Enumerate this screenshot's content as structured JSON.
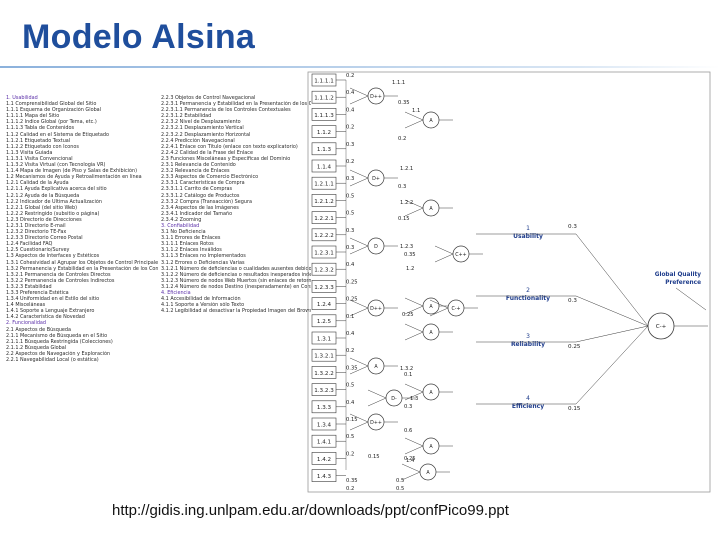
{
  "slide": {
    "title": "Modelo Alsina",
    "url": "http://gidis.ing.unlpam.edu.ar/downloads/ppt/confPico99.ppt"
  },
  "requirements_tree": {
    "left_column": [
      "1. Usabilidad",
      "1.1 Comprensibilidad Global del Sitio",
      "1.1.1 Esquema de Organización Global",
      "1.1.1.1 Mapa del Sitio",
      "1.1.1.2 Índice Global (por Tema, etc.)",
      "1.1.1.3 Tabla de Contenidos",
      "1.1.2 Calidad en el Sistema de Etiquetado",
      "1.1.2.1 Etiquetado Textual",
      "1.1.2.2 Etiquetado con Íconos",
      "1.1.3 Visita Guiada",
      "1.1.3.1 Visita Convencional",
      "1.1.3.2 Visita Virtual (con Tecnología VR)",
      "1.1.4 Mapa de Imagen (de Piso y Salas de Exhibición)",
      "1.2 Mecanismos de Ayuda y Retroalimentación en línea",
      "1.2.1 Calidad de la Ayuda",
      "1.2.1.1 Ayuda Explicativa acerca del sitio",
      "1.2.1.2 Ayuda de la Búsqueda",
      "1.2.2 Indicador de Última Actualización",
      "1.2.2.1 Global (del sitio Web)",
      "1.2.2.2 Restringido (subsitio o página)",
      "1.2.3 Directorio de Direcciones",
      "1.2.3.1 Directorio E-mail",
      "1.2.3.2 Directorio TE-Fax",
      "1.2.3.3 Directorio Correo Postal",
      "1.2.4 Facilidad FAQ",
      "1.2.5 Cuestionario/Survey",
      "1.3 Aspectos de Interfaces y Estéticos",
      "1.3.1 Cohesividad al Agrupar los Objetos de Control Principales",
      "1.3.2 Permanencia y Estabilidad en la Presentación de los Controles Principales",
      "1.3.2.1 Permanencia de Controles Directos",
      "1.3.2.2 Permanencia de Controles Indirectos",
      "1.3.2.3 Estabilidad",
      "1.3.3 Preferencia Estética",
      "1.3.4 Uniformidad en el Estilo del sitio",
      "1.4 Misceláneas",
      "1.4.1 Soporte a Lenguaje Extranjero",
      "1.4.2 Característica de Novedad",
      "2. Funcionalidad",
      "2.1 Aspectos de Búsqueda",
      "2.1.1 Mecanismo de Búsqueda en el Sitio",
      "2.1.1.1 Búsqueda Restringida (Colecciones)",
      "2.1.1.2 Búsqueda Global",
      "2.2 Aspectos de Navegación y Exploración",
      "2.2.1 Navegabilidad Local (o estática)"
    ],
    "right_column": [
      "2.2.3 Objetos de Control Navegacional",
      "2.2.3.1 Permanencia y Estabilidad en la Presentación de los Controles Contextuales (Subsitio)",
      "2.2.3.1.1 Permanencia de los Controles Contextuales",
      "2.2.3.1.2 Estabilidad",
      "2.2.3.2 Nivel de Desplazamiento",
      "2.2.3.2.1 Desplazamiento Vertical",
      "2.2.3.2.2 Desplazamiento Horizontal",
      "2.2.4 Predicción Navegacional",
      "2.2.4.1 Enlace con Título (enlace con texto explicatorio)",
      "2.2.4.2 Calidad de la Frase del Enlace",
      "2.3 Funciones Misceláneas y Específicas del Dominio",
      "2.3.1 Relevancia de Contenido",
      "2.3.2 Relevancia de Enlaces",
      "2.3.3 Aspectos de Comercio Electrónico",
      "2.3.3.1 Características de Compra",
      "2.3.3.1.1 Carrito de Compras",
      "2.3.3.1.2 Catálogo de Productos",
      "2.3.3.2 Compra (Transacción) Segura",
      "2.3.4 Aspectos de las Imágenes",
      "2.3.4.1 Indicador del Tamaño",
      "2.3.4.2 Zooming",
      "3. Confiabilidad",
      "3.1 No Deficiencia",
      "3.1.1 Errores de Enlaces",
      "3.1.1.1 Enlaces Rotos",
      "3.1.1.2 Enlaces Inválidos",
      "3.1.1.3 Enlaces no Implementados",
      "3.1.2 Errores o Deficiencias Varias",
      "3.1.2.1 Número de deficiencias o cualidades ausentes debido a diferentes navegadores (browsers)",
      "3.1.2.2 Número de deficiencias o resultados inesperados independientes de browsers (ej. errores de búsqueda inesperados, deficiencias con marcos (frames), etc.)",
      "3.1.2.3 Número de nodos Web Muertos (sin enlaces de retorno)",
      "3.1.2.4 Número de nodos Destino (inesperadamente) en Construcción",
      "4. Eficiencia",
      "4.1 Accesibilidad de Información",
      "4.1.1 Soporte a Versión sólo Texto",
      "4.1.2 Legibilidad al desactivar la Propiedad Imagen del Browser"
    ]
  },
  "lsp_diagram": {
    "input_codes": [
      "1.1.1.1",
      "1.1.1.2",
      "1.1.1.3",
      "1.1.2",
      "1.1.3",
      "1.1.4",
      "1.2.1.1",
      "1.2.1.2",
      "1.2.2.1",
      "1.2.2.2",
      "1.2.3.1",
      "1.2.3.2",
      "1.2.3.3",
      "1.2.4",
      "1.2.5",
      "1.3.1",
      "1.3.2.1",
      "1.3.2.2",
      "1.3.2.3",
      "1.3.3",
      "1.3.4",
      "1.4.1",
      "1.4.2",
      "1.4.3"
    ],
    "input_weights": [
      "0.2",
      "0.4",
      "0.4",
      "0.2",
      "0.3",
      "0.2",
      "0.3",
      "0.5",
      "0.5",
      "0.3",
      "0.3",
      "0.4",
      "0.25",
      "0.25",
      "0.1",
      "0.4",
      "0.2",
      "0.35",
      "0.5",
      "0.4",
      "0.15",
      "0.5",
      "0.2"
    ],
    "operator_labels": [
      "D++",
      "A",
      "D+",
      "A",
      "D",
      "D++",
      "A",
      "A",
      "A",
      "D-",
      "D++",
      "A",
      "A",
      "C-+",
      "C++",
      "A"
    ],
    "intermediate_codes": [
      "1.1.1",
      "1.1",
      "1.2.1",
      "1.2.2",
      "1.2.3",
      "1.2",
      "1.3.2",
      "1.3",
      "1.4"
    ],
    "intermediate_weights": [
      "0.35",
      "0.2",
      "0.3",
      "0.15",
      "0.35",
      "0.25",
      "0.1",
      "0.3",
      "0.6",
      "0.25"
    ],
    "characteristics": [
      {
        "number": "1",
        "name": "Usability",
        "weight": "0.3"
      },
      {
        "number": "2",
        "name": "Functionality",
        "weight": "0.3"
      },
      {
        "number": "3",
        "name": "Reliability",
        "weight": "0.25"
      },
      {
        "number": "4",
        "name": "Efficiency",
        "weight": "0.15"
      }
    ],
    "global_label_line1": "Global Quality",
    "global_label_line2": "Preference",
    "global_operator": "C-+",
    "bottom_weights": [
      "0.35",
      "0.2",
      "0.15",
      "0.5",
      "0.5"
    ]
  }
}
